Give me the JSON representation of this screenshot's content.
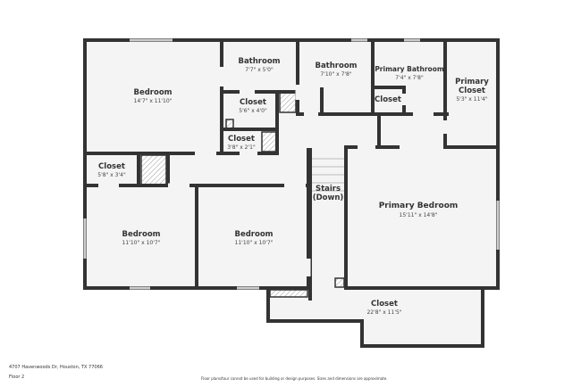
{
  "rooms": [
    {
      "name": "Bedroom",
      "dim": "14'7\" x 11'10\""
    },
    {
      "name": "Bathroom",
      "dim": "7'7\" x 5'0\""
    },
    {
      "name": "Bathroom",
      "dim": "7'10\" x 7'8\""
    },
    {
      "name": "Primary Bathroom",
      "dim": "7'4\" x 7'8\""
    },
    {
      "name": "Primary",
      "name2": "Closet",
      "dim": "5'3\" x 11'4\""
    },
    {
      "name": "Closet",
      "dim": "5'6\" x 4'0\""
    },
    {
      "name": "Closet",
      "dim": ""
    },
    {
      "name": "Closet",
      "dim": "3'8\" x 2'1\""
    },
    {
      "name": "Closet",
      "dim": "5'8\" x 3'4\""
    },
    {
      "name": "Stairs",
      "name2": "(Down)",
      "dim": ""
    },
    {
      "name": "Primary Bedroom",
      "dim": "15'11\" x 14'8\""
    },
    {
      "name": "Bedroom",
      "dim": "11'10\" x 10'7\""
    },
    {
      "name": "Bedroom",
      "dim": "11'10\" x 10'7\""
    },
    {
      "name": "Closet",
      "dim": "22'8\" x 11'5\""
    }
  ],
  "footer": {
    "address": "4707 Havenwoods Dr, Houston, TX 77066",
    "floor": "Floor 2",
    "disclaimer": "Floor plans/tour cannot be used for building or design purposes. Sizes and dimensions are approximate."
  },
  "colors": {
    "wall": "#333333",
    "floor": "#f4f4f4"
  }
}
